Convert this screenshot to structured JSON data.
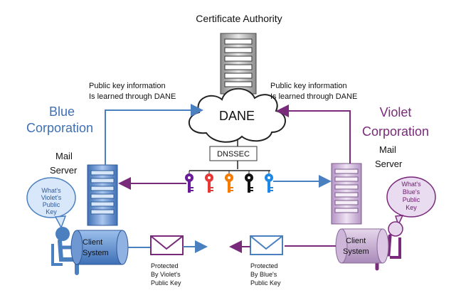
{
  "ca": {
    "title": "Certificate Authority"
  },
  "dane": {
    "label": "DANE",
    "dnssec": "DNSSEC"
  },
  "notes": {
    "left_line1": "Public key information",
    "left_line2": "Is learned through DANE",
    "right_line1": "Public key information",
    "right_line2": "Is learned through DANE"
  },
  "blue": {
    "corp_line1": "Blue",
    "corp_line2": "Corporation",
    "mail_line1": "Mail",
    "mail_line2": "Server",
    "bubble_line1": "What's",
    "bubble_line2": "Violet's",
    "bubble_line3": "Public",
    "bubble_line4": "Key",
    "client_line1": "Client",
    "client_line2": "System",
    "protected_line1": "Protected",
    "protected_line2": "By Violet's",
    "protected_line3": "Public Key"
  },
  "violet": {
    "corp_line1": "Violet",
    "corp_line2": "Corporation",
    "mail_line1": "Mail",
    "mail_line2": "Server",
    "bubble_line1": "What's",
    "bubble_line2": "Blue's",
    "bubble_line3": "Public",
    "bubble_line4": "Key",
    "client_line1": "Client",
    "client_line2": "System",
    "protected_line1": "Protected",
    "protected_line2": "By Blue's",
    "protected_line3": "Public Key"
  },
  "colors": {
    "blue": "#4a7fc0",
    "violet": "#7a2a7a",
    "key_purple": "#6a1b9a",
    "key_red": "#e53935",
    "key_orange": "#f57c00",
    "key_black": "#111111",
    "key_blue": "#1e88e5"
  }
}
